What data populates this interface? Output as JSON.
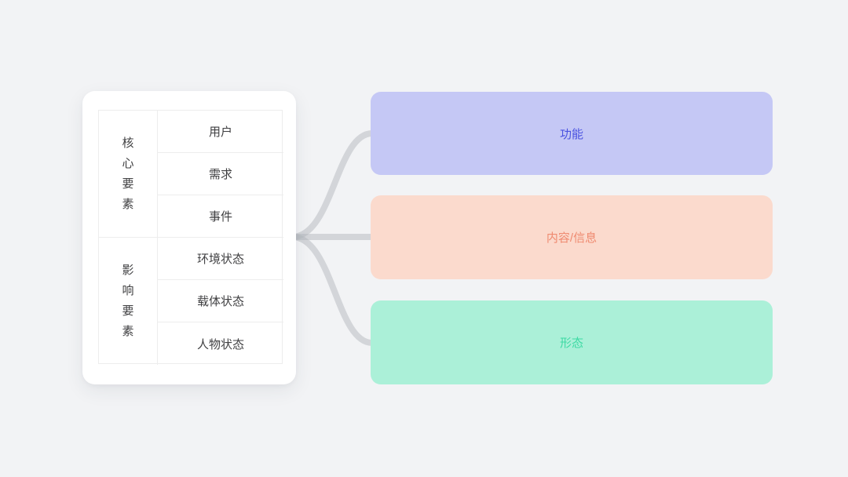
{
  "table": {
    "groups": [
      {
        "label": "核心要素",
        "items": [
          "用户",
          "需求",
          "事件"
        ]
      },
      {
        "label": "影响要素",
        "items": [
          "环境状态",
          "载体状态",
          "人物状态"
        ]
      }
    ]
  },
  "nodes": [
    {
      "label": "功能",
      "bg": "#c5c8f5",
      "color": "#4a52e0"
    },
    {
      "label": "内容/信息",
      "bg": "#fbdacd",
      "color": "#ef8a70"
    },
    {
      "label": "形态",
      "bg": "#abf0d8",
      "color": "#3edaa4"
    }
  ],
  "connector": {
    "color": "#b3b7bd",
    "opacity": "0.5"
  }
}
